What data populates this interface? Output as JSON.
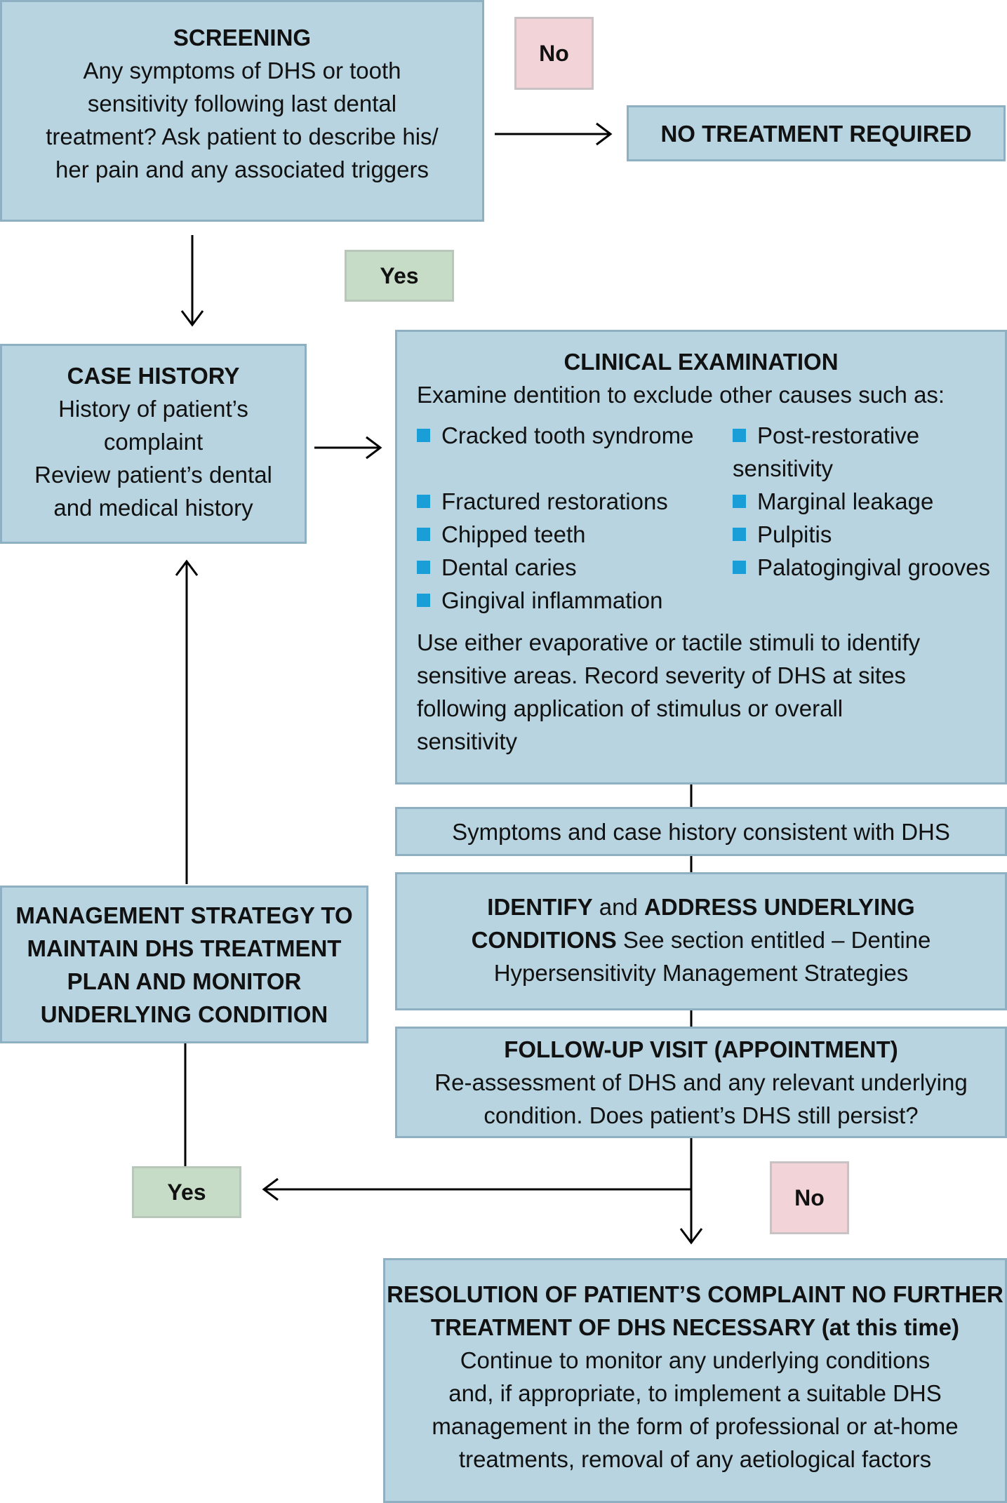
{
  "screening": {
    "title": "SCREENING",
    "lines": [
      "Any symptoms of DHS or tooth",
      "sensitivity following last dental",
      "treatment? Ask patient to describe his/",
      "her pain and any associated triggers"
    ]
  },
  "no_1": "No",
  "no_treatment": "NO TREATMENT REQUIRED",
  "yes_1": "Yes",
  "case_history": {
    "title": "CASE HISTORY",
    "lines": [
      "History of patient’s",
      "complaint",
      "Review patient’s dental",
      "and medical history"
    ]
  },
  "clinical": {
    "title": "CLINICAL EXAMINATION",
    "intro": "Examine dentition to exclude other causes such as:",
    "left_items": [
      "Cracked tooth syndrome",
      "Fractured restorations",
      "Chipped teeth",
      "Dental caries",
      "Gingival inflammation"
    ],
    "right_items": [
      "Post-restorative",
      "sensitivity",
      "Marginal leakage",
      "Pulpitis",
      "Palatogingival grooves"
    ],
    "para_lines": [
      "Use either evaporative or tactile stimuli to identify",
      "sensitive areas. Record severity of DHS at sites",
      "following application of stimulus or overall",
      "sensitivity"
    ]
  },
  "consistent": "Symptoms and case history consistent with DHS",
  "identify": {
    "b1": "IDENTIFY",
    "t1": " and ",
    "b2": "ADDRESS UNDERLYING",
    "b3": "CONDITIONS",
    "t2": " See section entitled – Dentine",
    "t3": "Hypersensitivity Management Strategies"
  },
  "management": {
    "lines": [
      "MANAGEMENT STRATEGY TO",
      "MAINTAIN DHS TREATMENT",
      "PLAN AND MONITOR",
      "UNDERLYING CONDITION"
    ]
  },
  "followup": {
    "title": "FOLLOW-UP VISIT (APPOINTMENT)",
    "lines": [
      "Re-assessment of DHS and any relevant underlying",
      "condition. Does patient’s DHS still persist?"
    ]
  },
  "yes_2": "Yes",
  "no_2": "No",
  "resolution": {
    "title1": "RESOLUTION OF PATIENT’S COMPLAINT NO FURTHER",
    "title2a": "TREATMENT OF DHS NECESSARY",
    "title2b": " (at this time)",
    "lines": [
      "Continue to monitor any underlying conditions",
      "and, if appropriate, to implement a suitable DHS",
      "management in the form of professional or at-home",
      "treatments, removal of any aetiological factors"
    ]
  },
  "colors": {
    "box": "#b7d4e0",
    "no_tag": "#f2d3d8",
    "yes_tag": "#c6dcc7",
    "bullet": "#1a9ed8"
  }
}
